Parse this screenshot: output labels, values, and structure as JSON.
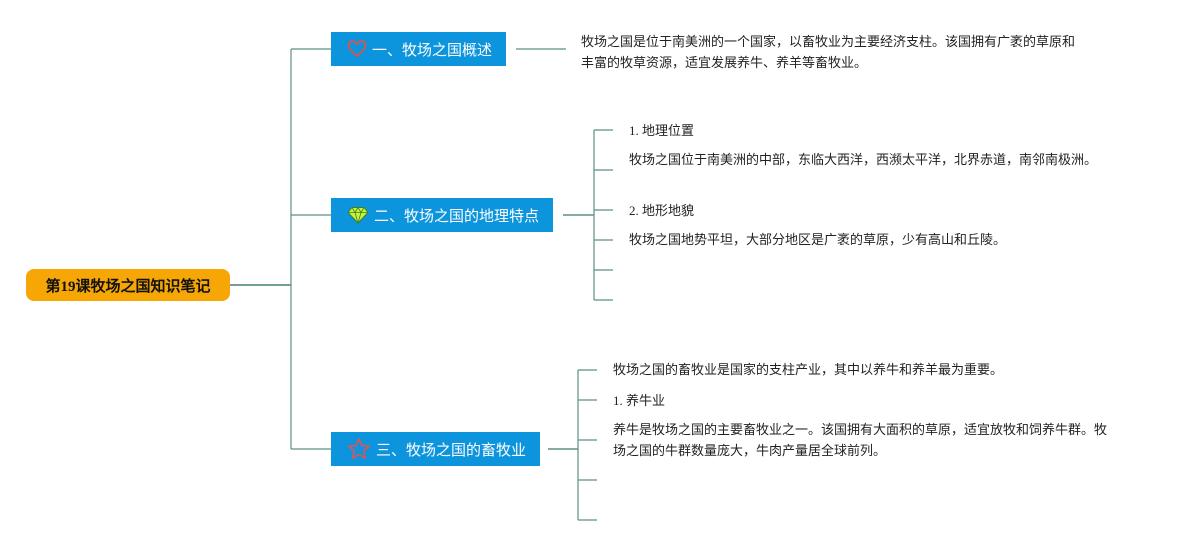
{
  "root": {
    "title": "第19课牧场之国知识笔记"
  },
  "branches": [
    {
      "label": "一、牧场之国概述",
      "icon": "heart-icon",
      "details": [
        "牧场之国是位于南美洲的一个国家，以畜牧业为主要经济支柱。该国拥有广袤的草原和丰富的牧草资源，适宜发展养牛、养羊等畜牧业。"
      ]
    },
    {
      "label": "二、牧场之国的地理特点",
      "icon": "diamond-icon",
      "details": [
        "1. 地理位置",
        "牧场之国位于南美洲的中部，东临大西洋，西濒太平洋，北界赤道，南邻南极洲。",
        "2. 地形地貌",
        "牧场之国地势平坦，大部分地区是广袤的草原，少有高山和丘陵。",
        "",
        ""
      ]
    },
    {
      "label": "三、牧场之国的畜牧业",
      "icon": "star-icon",
      "details": [
        "牧场之国的畜牧业是国家的支柱产业，其中以养牛和养羊最为重要。",
        "1. 养牛业",
        "养牛是牧场之国的主要畜牧业之一。该国拥有大面积的草原，适宜放牧和饲养牛群。牧场之国的牛群数量庞大，牛肉产量居全球前列。",
        "",
        ""
      ]
    }
  ],
  "colors": {
    "root_fill": "#f7a705",
    "branch_fill": "#0c95dd",
    "connector": "#5f8f86",
    "heart_stroke": "#d9534f",
    "diamond_fill": "#c9f23a",
    "star_stroke": "#e05353"
  }
}
